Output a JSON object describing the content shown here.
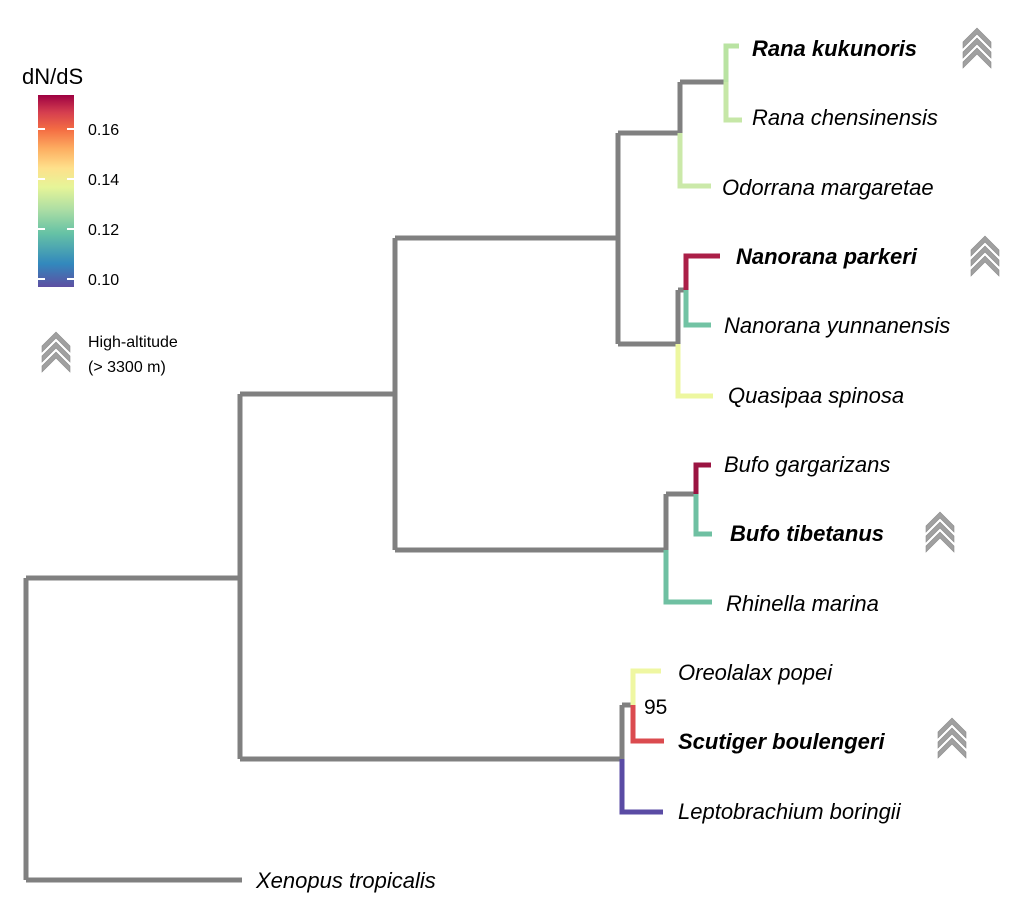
{
  "legend": {
    "title": "dN/dS",
    "ticks": [
      "0.16",
      "0.14",
      "0.12",
      "0.10"
    ],
    "high_altitude_line1": "High-altitude",
    "high_altitude_line2": "(> 3300 m)",
    "high_altitude_icon": "chevron-stack-icon"
  },
  "colors": {
    "backbone": "#808080",
    "scale": [
      "#5e4fa2",
      "#3288bd",
      "#66c2a5",
      "#abdda4",
      "#e6f598",
      "#fee08b",
      "#fdae61",
      "#f46d43",
      "#d53e4f",
      "#9e0142"
    ],
    "high_altitude_icon": "#a0a0a0"
  },
  "taxa": [
    {
      "name": "Rana kukunoris",
      "high_altitude": true
    },
    {
      "name": "Rana chensinensis",
      "high_altitude": false
    },
    {
      "name": "Odorrana margaretae",
      "high_altitude": false
    },
    {
      "name": "Nanorana parkeri",
      "high_altitude": true
    },
    {
      "name": "Nanorana yunnanensis",
      "high_altitude": false
    },
    {
      "name": "Quasipaa spinosa",
      "high_altitude": false
    },
    {
      "name": "Bufo gargarizans",
      "high_altitude": false
    },
    {
      "name": "Bufo tibetanus",
      "high_altitude": true
    },
    {
      "name": "Rhinella marina",
      "high_altitude": false
    },
    {
      "name": "Oreolalax popei",
      "high_altitude": false
    },
    {
      "name": "Scutiger boulengeri",
      "high_altitude": true
    },
    {
      "name": "Leptobrachium boringii",
      "high_altitude": false
    },
    {
      "name": "Xenopus tropicalis",
      "high_altitude": false
    }
  ],
  "bootstrap_label": "95"
}
